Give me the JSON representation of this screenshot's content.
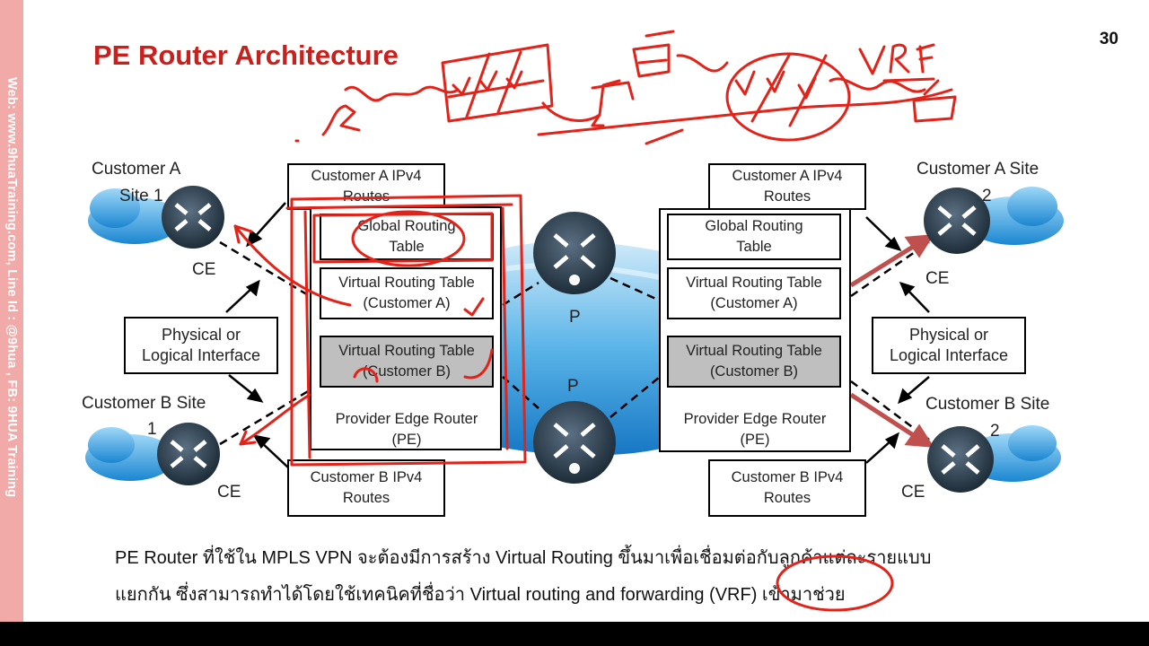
{
  "slide": {
    "title": "PE Router Architecture",
    "page_number": "30",
    "sidebar_text": "Web: www.9huaTraining.com, Line Id : @9hua , FB: 9HUA Training"
  },
  "left": {
    "customer_a_label_line1": "Customer A",
    "customer_a_label_line2": "Site 1",
    "customer_b_label_line1": "Customer B Site",
    "customer_b_label_line2": "1",
    "ce_top": "CE",
    "ce_bottom": "CE",
    "routes_a_line1": "Customer A IPv4",
    "routes_a_line2": "Routes",
    "routes_b_line1": "Customer B IPv4",
    "routes_b_line2": "Routes",
    "global_line1": "Global Routing",
    "global_line2": "Table",
    "vrt_a_line1": "Virtual Routing Table",
    "vrt_a_line2": "(Customer A)",
    "vrt_b_line1": "Virtual Routing Table",
    "vrt_b_line2": "(Customer B)",
    "pe_line1": "Provider Edge Router",
    "pe_line2": "(PE)",
    "iface_line1": "Physical or",
    "iface_line2": "Logical Interface"
  },
  "right": {
    "customer_a_label": "Customer A Site",
    "customer_a_num": "2",
    "customer_b_label": "Customer B Site",
    "customer_b_num": "2",
    "ce_top": "CE",
    "ce_bottom": "CE",
    "routes_a_line1": "Customer A IPv4",
    "routes_a_line2": "Routes",
    "routes_b_line1": "Customer B IPv4",
    "routes_b_line2": "Routes",
    "global_line1": "Global Routing",
    "global_line2": "Table",
    "vrt_a_line1": "Virtual Routing Table",
    "vrt_a_line2": "(Customer A)",
    "vrt_b_line1": "Virtual Routing Table",
    "vrt_b_line2": "(Customer B)",
    "pe_line1": "Provider Edge Router",
    "pe_line2": "(PE)",
    "iface_line1": "Physical or",
    "iface_line2": "Logical Interface"
  },
  "core": {
    "p_top": "P",
    "p_bottom": "P"
  },
  "annotation": {
    "vrf_note": "VRF"
  },
  "caption": {
    "line1": "PE Router ที่ใช้ใน MPLS VPN จะต้องมีการสร้าง Virtual Routing ขึ้นมาเพื่อเชื่อมต่อกับลูกค้าแต่ละรายแบบ",
    "line2": "แยกกัน ซึ่งสามารถทำได้โดยใช้เทคนิคที่ชื่อว่า Virtual routing and forwarding (VRF) เข้ามาช่วย"
  },
  "colors": {
    "title": "#c8201c",
    "ink": "#e2231a",
    "router": "#2f4150",
    "cloud": "#1f8fd6",
    "highlight_arrow": "#c0504d",
    "sidebar": "#f2aaa8"
  }
}
